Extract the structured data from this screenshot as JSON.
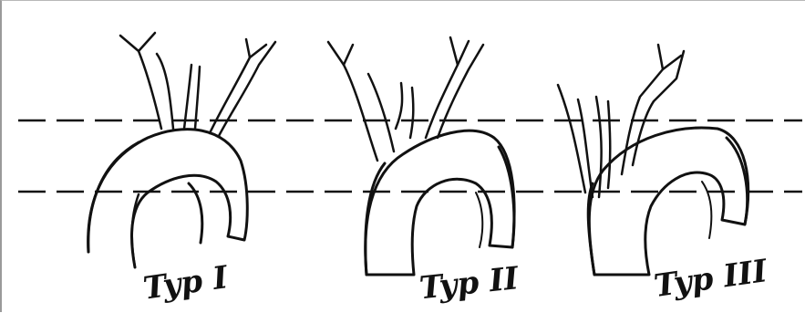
{
  "diagram": {
    "panels": [
      {
        "label": "Typ I"
      },
      {
        "label": "Typ II"
      },
      {
        "label": "Typ III"
      }
    ]
  }
}
